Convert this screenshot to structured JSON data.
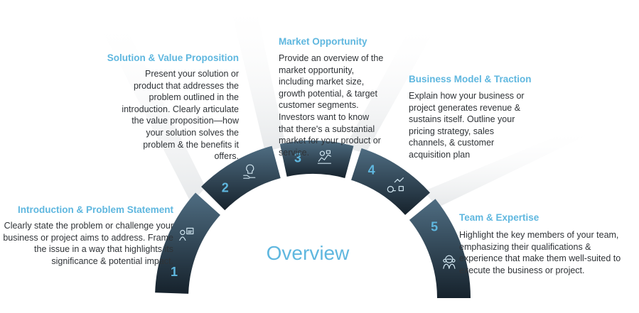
{
  "center_label": "Overview",
  "colors": {
    "accent": "#5fb7df",
    "segment_dark": "#1c2a35",
    "segment_light": "#4f6d82",
    "text": "#2f3337"
  },
  "sections": [
    {
      "number": "1",
      "title": "Introduction & Problem Statement",
      "text": "Clearly state the problem or challenge your business or project aims to address. Frame the issue in a way that highlights its significance & potential impact.",
      "icon": "presenter-icon"
    },
    {
      "number": "2",
      "title": "Solution & Value Proposition",
      "text": "Present your solution or product that addresses the problem outlined in the introduction. Clearly articulate the value proposition—how your solution solves the problem & the benefits it offers.",
      "icon": "lightbulb-hand-icon"
    },
    {
      "number": "3",
      "title": "Market Opportunity",
      "text": "Provide an overview of the market opportunity, including market size, growth potential, & target customer segments. Investors want to know that there's a substantial market for your product or service.",
      "icon": "market-chart-icon"
    },
    {
      "number": "4",
      "title": "Business Model & Traction",
      "text": "Explain how your business or project generates revenue & sustains itself. Outline your pricing strategy, sales channels, & customer acquisition plan",
      "icon": "business-growth-icon"
    },
    {
      "number": "5",
      "title": "Team & Expertise",
      "text": "Highlight the key members of your team, emphasizing their qualifications & experience that make them well-suited to execute the business or project.",
      "icon": "team-gear-icon"
    }
  ]
}
